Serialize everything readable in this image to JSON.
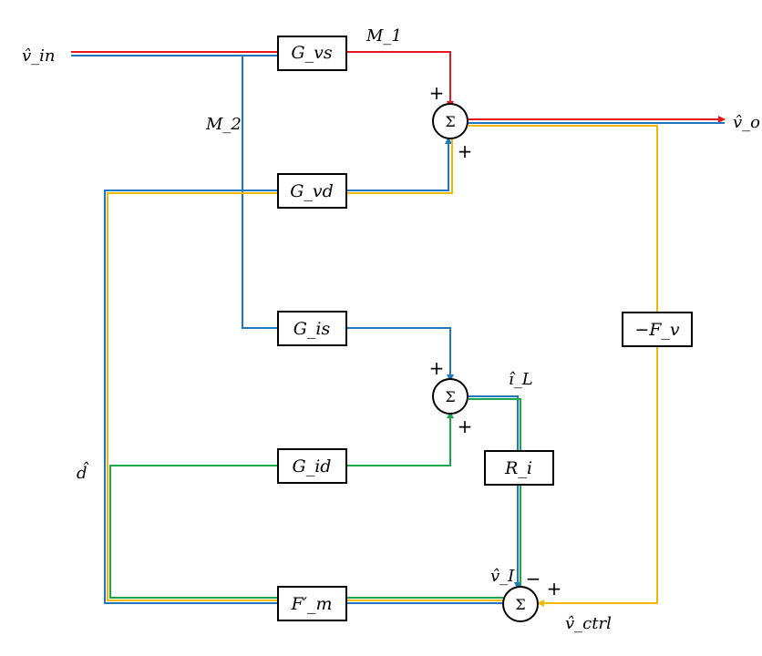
{
  "colors": {
    "red": "#e8151b",
    "blue": "#1f77c0",
    "yellow": "#f5b800",
    "green": "#1aa64a"
  },
  "blocks": {
    "gvs": "G_vs",
    "gvd": "G_vd",
    "gis": "G_is",
    "gid": "G_id",
    "ri": "R_i",
    "fv": "−F_v",
    "fm": "F′_m"
  },
  "sums": {
    "symbol": "Σ",
    "plus": "+",
    "minus": "−"
  },
  "signals": {
    "vin": "v̂_in",
    "vo": "v̂_o",
    "m1": "M_1",
    "m2": "M_2",
    "d": "d̂",
    "il": "î_L",
    "vi": "v̂_I",
    "vctrl": "v̂_ctrl"
  }
}
